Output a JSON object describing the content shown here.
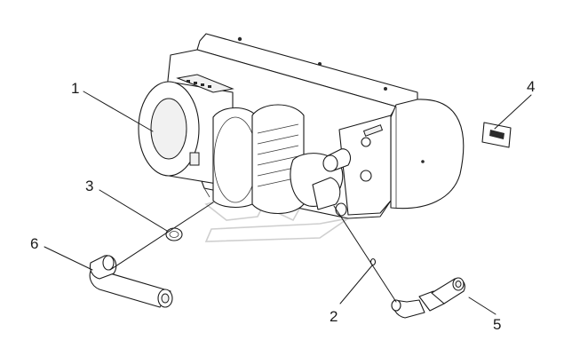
{
  "figure": {
    "callouts": [
      {
        "id": "1",
        "label": "1"
      },
      {
        "id": "2",
        "label": "2"
      },
      {
        "id": "3",
        "label": "3"
      },
      {
        "id": "4",
        "label": "4"
      },
      {
        "id": "5",
        "label": "5"
      },
      {
        "id": "6",
        "label": "6"
      }
    ]
  },
  "colors": {
    "line": "#1a1a1a",
    "paper": "#ffffff",
    "watermark": "#cfcfcf"
  }
}
